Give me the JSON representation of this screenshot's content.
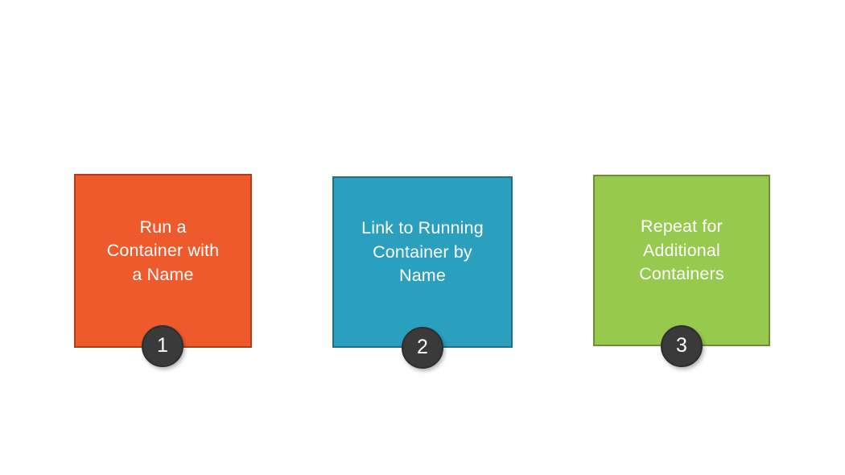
{
  "diagram": {
    "type": "numbered-step-process",
    "background_color": "#ffffff",
    "badge_color": "#3a3a3a",
    "badge_border_color": "#2e2e2e",
    "badge_text_color": "#ffffff",
    "label_text_color": "#ffffff",
    "steps": [
      {
        "number": "1",
        "label": "Run a\nContainer with\na Name",
        "fill_color": "#ee5a2b",
        "border_color": "#ad3d1b"
      },
      {
        "number": "2",
        "label": "Link to Running\nContainer by\nName",
        "fill_color": "#2aa0be",
        "border_color": "#1d7189"
      },
      {
        "number": "3",
        "label": "Repeat for\nAdditional\nContainers",
        "fill_color": "#97c94e",
        "border_color": "#6c8f33"
      }
    ]
  }
}
